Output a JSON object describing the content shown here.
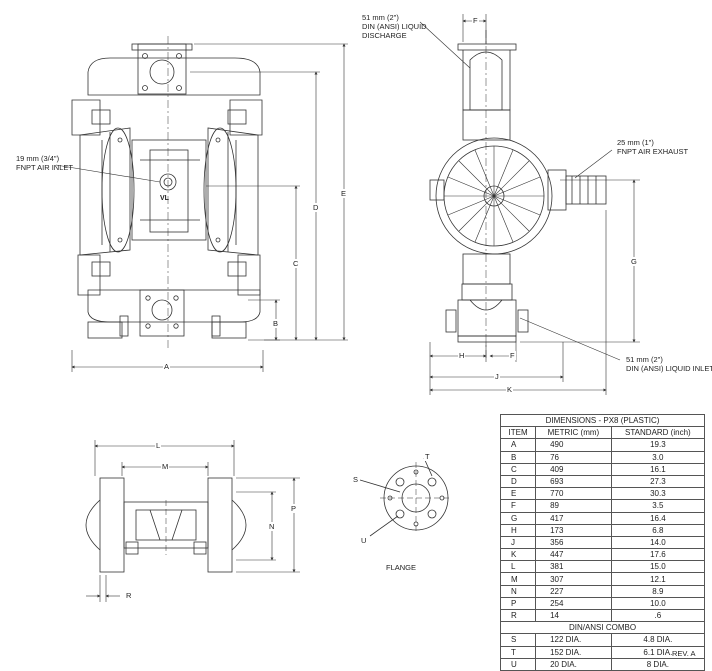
{
  "callouts": {
    "discharge": "51 mm (2\")\nDIN (ANSI) LIQUID\nDISCHARGE",
    "air_inlet": "19 mm (3/4\")\nFNPT AIR INLET",
    "air_exhaust": "25 mm (1\")\nFNPT AIR EXHAUST",
    "liquid_inlet": "51 mm (2\")\nDIN (ANSI) LIQUID INLET",
    "flange": "FLANGE",
    "rev": "REV. A"
  },
  "dimension_letters": {
    "A": "A",
    "B": "B",
    "C": "C",
    "D": "D",
    "E": "E",
    "F": "F",
    "G": "G",
    "H": "H",
    "J": "J",
    "K": "K",
    "L": "L",
    "M": "M",
    "N": "N",
    "P": "P",
    "R": "R",
    "S": "S",
    "T": "T",
    "U": "U"
  },
  "pump_badge": "VL",
  "table": {
    "title": "DIMENSIONS - PX8 (PLASTIC)",
    "headers": [
      "ITEM",
      "METRIC (mm)",
      "STANDARD (inch)"
    ],
    "rows": [
      [
        "A",
        "490",
        "19.3"
      ],
      [
        "B",
        "76",
        "3.0"
      ],
      [
        "C",
        "409",
        "16.1"
      ],
      [
        "D",
        "693",
        "27.3"
      ],
      [
        "E",
        "770",
        "30.3"
      ],
      [
        "F",
        "89",
        "3.5"
      ],
      [
        "G",
        "417",
        "16.4"
      ],
      [
        "H",
        "173",
        "6.8"
      ],
      [
        "J",
        "356",
        "14.0"
      ],
      [
        "K",
        "447",
        "17.6"
      ],
      [
        "L",
        "381",
        "15.0"
      ],
      [
        "M",
        "307",
        "12.1"
      ],
      [
        "N",
        "227",
        "8.9"
      ],
      [
        "P",
        "254",
        "10.0"
      ],
      [
        "R",
        "14",
        ".6"
      ]
    ],
    "combo_title": "DIN/ANSI COMBO",
    "combo_rows": [
      [
        "S",
        "122 DIA.",
        "4.8 DIA."
      ],
      [
        "T",
        "152 DIA.",
        "6.1 DIA."
      ],
      [
        "U",
        "20 DIA.",
        "8 DIA."
      ]
    ]
  },
  "colors": {
    "line": "#333333",
    "background": "#ffffff"
  }
}
